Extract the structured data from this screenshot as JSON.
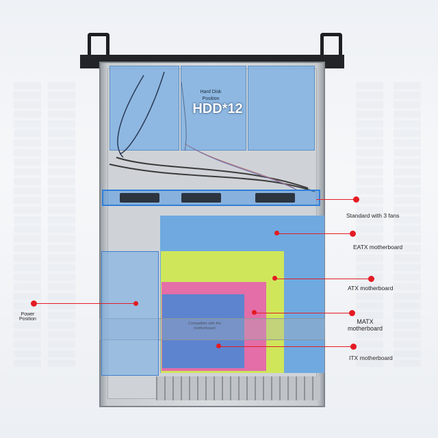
{
  "hdd": {
    "label_line1": "Hard Disk",
    "label_line2": "Position",
    "count_label": "HDD*12"
  },
  "annotations": {
    "fans": "Standard with 3 fans",
    "eatx": "EATX motherboard",
    "atx": "ATX motherboard",
    "matx_line1": "MATX",
    "matx_line2": "motherboard",
    "itx": "ITX motherboard",
    "power_line1": "Power",
    "power_line2": "Position"
  },
  "motherboard_note": {
    "line1": "Compatible with the",
    "line2": "motherboard"
  },
  "colors": {
    "annotation_red": "#e41b23",
    "eatx": "#6fa9e0",
    "atx": "#cfe65a",
    "matx": "#e36ea8",
    "itx": "#5d84cf",
    "highlight_blue": "#2f7fd8"
  },
  "icons": [
    "server-chassis",
    "fan-icon",
    "hard-disk-icon"
  ]
}
